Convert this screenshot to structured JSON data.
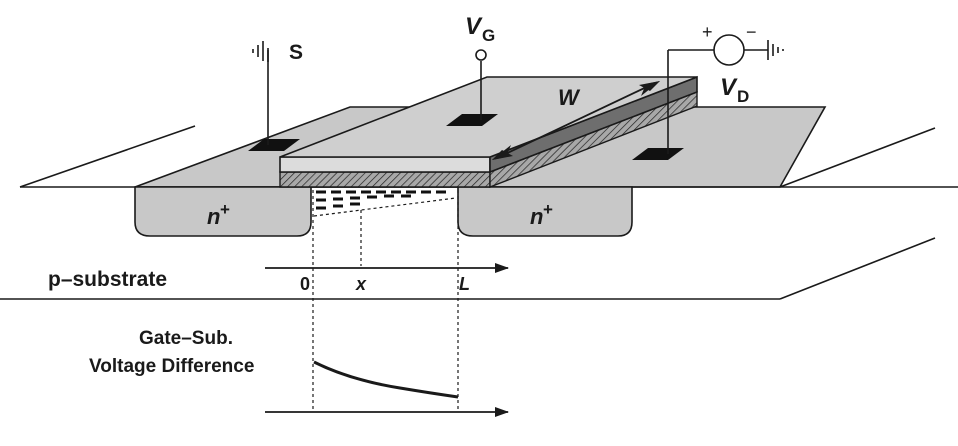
{
  "labels": {
    "source": "S",
    "gate_main": "V",
    "gate_sub": "G",
    "drain_main": "V",
    "drain_sub": "D",
    "plus": "+",
    "minus": "−",
    "width": "W",
    "n_main": "n",
    "n_sup": "+",
    "substrate": "p–substrate",
    "axis_zero": "0",
    "axis_x": "x",
    "axis_L": "L",
    "voltage_line1": "Gate–Sub.",
    "voltage_line2": "Voltage Difference"
  },
  "colors": {
    "ink": "#1a1a1a",
    "body": "#c8c8c8",
    "gate_top": "#cfcfcf",
    "gate_side_dark": "#6e6e6e",
    "oxide": "#9a9a9a",
    "contact": "#111111"
  }
}
